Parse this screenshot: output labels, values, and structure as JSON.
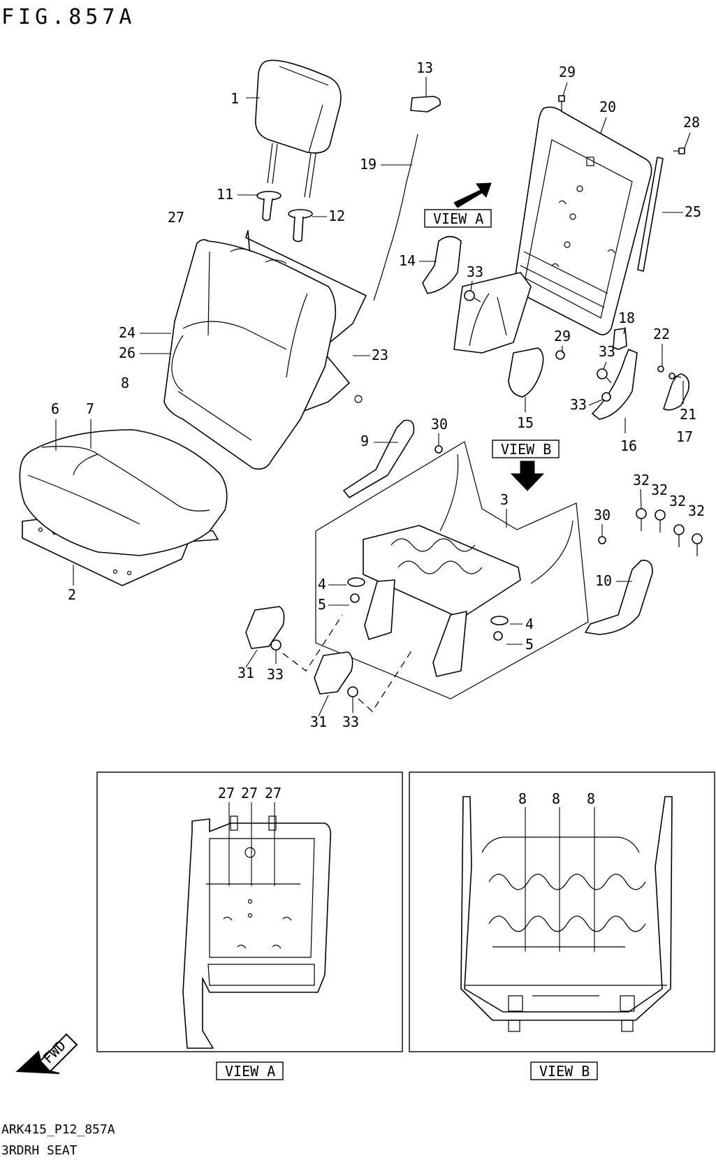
{
  "figure": {
    "title": "FIG.857A",
    "footer_code": "ARK415_P12_857A",
    "footer_caption": "3RDRH SEAT"
  },
  "view_labels": {
    "view_a": "VIEW A",
    "view_b": "VIEW B"
  },
  "fwd_label": "FWD",
  "callouts": [
    "1",
    "2",
    "3",
    "4",
    "4",
    "5",
    "5",
    "6",
    "7",
    "8",
    "9",
    "10",
    "11",
    "12",
    "13",
    "14",
    "15",
    "16",
    "17",
    "18",
    "19",
    "20",
    "21",
    "22",
    "23",
    "24",
    "25",
    "26",
    "27",
    "28",
    "29",
    "29",
    "30",
    "30",
    "31",
    "31",
    "32",
    "32",
    "32",
    "32",
    "33",
    "33",
    "33",
    "33",
    "33"
  ],
  "view_a_callouts": [
    "27",
    "27",
    "27"
  ],
  "view_b_callouts": [
    "8",
    "8",
    "8"
  ]
}
